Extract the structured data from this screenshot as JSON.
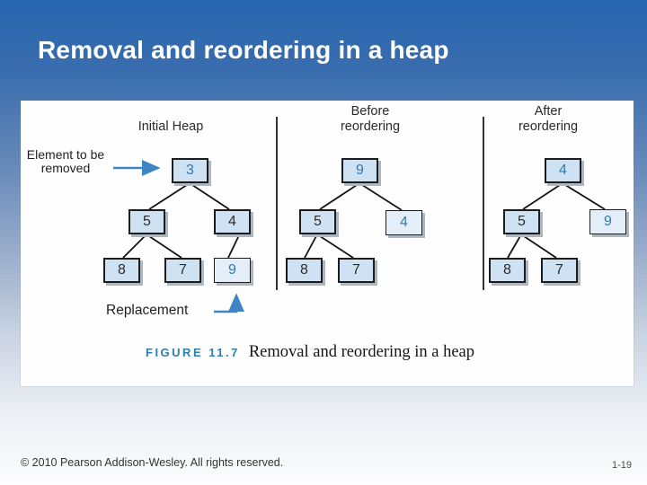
{
  "slide": {
    "title": "Removal and reordering in a heap",
    "footer": "© 2010 Pearson Addison-Wesley. All rights reserved.",
    "page_number": "1-19"
  },
  "figure": {
    "caption": {
      "label": "FIGURE 11.7",
      "text": "Removal and reordering in a heap"
    },
    "annotations": {
      "removed_line1": "Element to be",
      "removed_line2": "removed",
      "replacement": "Replacement"
    },
    "trees": [
      {
        "id": "initial-heap",
        "header_lines": [
          "Initial Heap"
        ],
        "nodes": [
          {
            "label": "3",
            "highlighted": true,
            "fill": "normal"
          },
          {
            "label": "5",
            "highlighted": false,
            "fill": "normal"
          },
          {
            "label": "4",
            "highlighted": false,
            "fill": "normal"
          },
          {
            "label": "8",
            "highlighted": false,
            "fill": "normal"
          },
          {
            "label": "7",
            "highlighted": false,
            "fill": "normal"
          },
          {
            "label": "9",
            "highlighted": true,
            "fill": "light"
          }
        ],
        "edges": [
          [
            "3",
            "5"
          ],
          [
            "3",
            "4"
          ],
          [
            "5",
            "8"
          ],
          [
            "5",
            "7"
          ],
          [
            "4",
            "9"
          ]
        ]
      },
      {
        "id": "before-reordering",
        "header_lines": [
          "Before",
          "reordering"
        ],
        "nodes": [
          {
            "label": "9",
            "highlighted": true,
            "fill": "normal"
          },
          {
            "label": "5",
            "highlighted": false,
            "fill": "normal"
          },
          {
            "label": "4",
            "highlighted": true,
            "fill": "light"
          },
          {
            "label": "8",
            "highlighted": false,
            "fill": "normal"
          },
          {
            "label": "7",
            "highlighted": false,
            "fill": "normal"
          }
        ],
        "edges": [
          [
            "9",
            "5"
          ],
          [
            "9",
            "4"
          ],
          [
            "5",
            "8"
          ],
          [
            "5",
            "7"
          ]
        ]
      },
      {
        "id": "after-reordering",
        "header_lines": [
          "After",
          "reordering"
        ],
        "nodes": [
          {
            "label": "4",
            "highlighted": true,
            "fill": "normal"
          },
          {
            "label": "5",
            "highlighted": false,
            "fill": "normal"
          },
          {
            "label": "9",
            "highlighted": true,
            "fill": "light"
          },
          {
            "label": "8",
            "highlighted": false,
            "fill": "normal"
          },
          {
            "label": "7",
            "highlighted": false,
            "fill": "normal"
          }
        ],
        "edges": [
          [
            "4",
            "5"
          ],
          [
            "4",
            "9"
          ],
          [
            "5",
            "8"
          ],
          [
            "5",
            "7"
          ]
        ]
      }
    ],
    "colors": {
      "node_fill": "#cfe2f3",
      "node_fill_light": "#e3eef9",
      "node_border": "#1c1c1c",
      "highlight_number_blue": "#3379ae",
      "arrow_blue": "#3f85c6",
      "figure_label_blue": "#2e7fab",
      "background_top_blue": "#2766b0"
    }
  }
}
